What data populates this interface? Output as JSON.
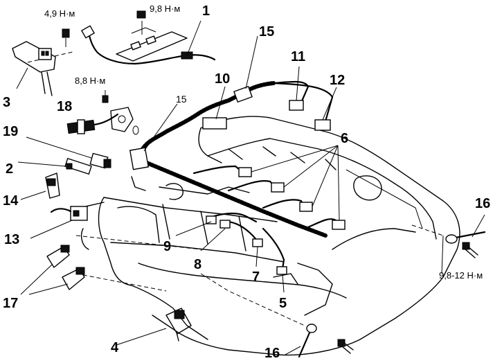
{
  "labels": {
    "n1": "1",
    "n2": "2",
    "n3": "3",
    "n4": "4",
    "n5": "5",
    "n6": "6",
    "n7": "7",
    "n8": "8",
    "n9": "9",
    "n10": "10",
    "n11": "11",
    "n12": "12",
    "n13": "13",
    "n14": "14",
    "n15_top": "15",
    "n15_small": "15",
    "n16_right": "16",
    "n16_bottom": "16",
    "n17": "17",
    "n18": "18",
    "n19": "19"
  },
  "torques": {
    "t_4_9": "4,9 Н·м",
    "t_9_8_top": "9,8 Н·м",
    "t_8_8": "8,8 Н·м",
    "t_9_8_12": "9,8-12 Н·м"
  }
}
